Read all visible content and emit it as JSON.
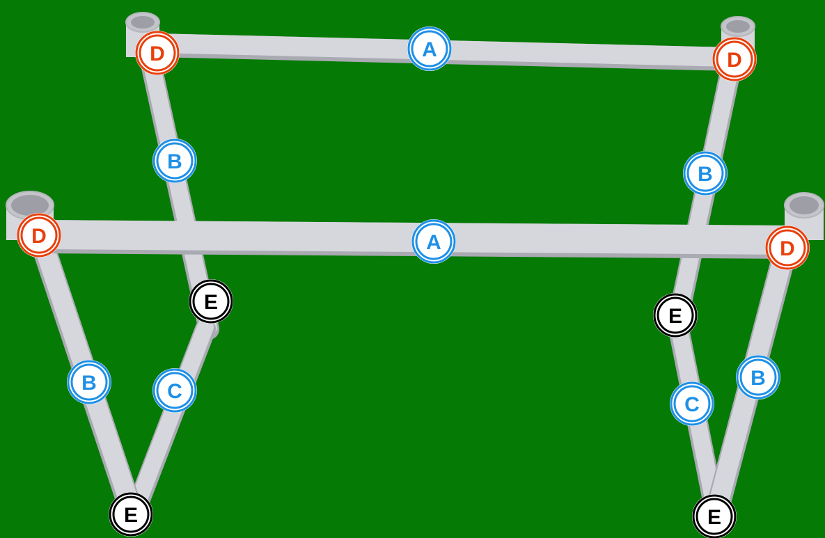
{
  "background_color": "#057a05",
  "pipe_color": "#d6d7dd",
  "pipe_shadow_color": "#a9aab2",
  "label_styles": {
    "A": {
      "ring": "#1e90e6",
      "text": "#1e90e6"
    },
    "B": {
      "ring": "#1e90e6",
      "text": "#1e90e6"
    },
    "C": {
      "ring": "#1e90e6",
      "text": "#1e90e6"
    },
    "D": {
      "ring": "#e8400c",
      "text": "#e8400c"
    },
    "E": {
      "ring": "#000000",
      "text": "#000000"
    }
  },
  "labels": {
    "top_rail": "A",
    "front_rail": "A",
    "back_left_leg": "B",
    "back_right_leg": "B",
    "front_left_leg": "B",
    "front_right_leg": "B",
    "left_brace": "C",
    "right_brace": "C",
    "back_left_tee": "D",
    "back_right_tee": "D",
    "front_left_tee": "D",
    "front_right_tee": "D",
    "left_mid_joint": "E",
    "right_mid_joint": "E",
    "left_bottom_joint": "E",
    "right_bottom_joint": "E"
  }
}
